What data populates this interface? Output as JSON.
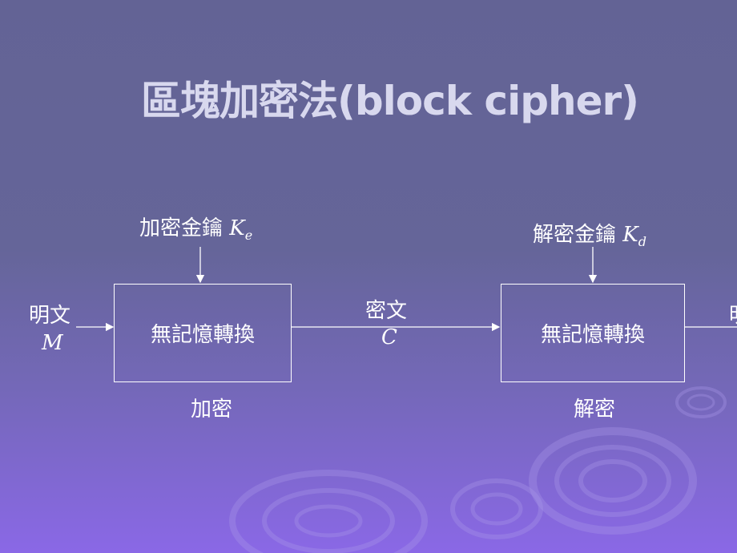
{
  "title": "區塊加密法(block cipher)",
  "encrypt_key_label": "加密金鑰",
  "encrypt_key_symbol": "K",
  "encrypt_key_sub": "e",
  "decrypt_key_label": "解密金鑰",
  "decrypt_key_symbol": "K",
  "decrypt_key_sub": "d",
  "plaintext_label": "明文",
  "plaintext_symbol": "M",
  "ciphertext_label": "密文",
  "ciphertext_symbol": "C",
  "encrypt_box_label": "無記憶轉換",
  "decrypt_box_label": "無記憶轉換",
  "encrypt_caption": "加密",
  "decrypt_caption": "解密",
  "output_label_partial": "明",
  "colors": {
    "title": "#d8d8ee",
    "text": "#ffffff",
    "bg_top": "#636395",
    "bg_bottom": "#8a68e6"
  }
}
